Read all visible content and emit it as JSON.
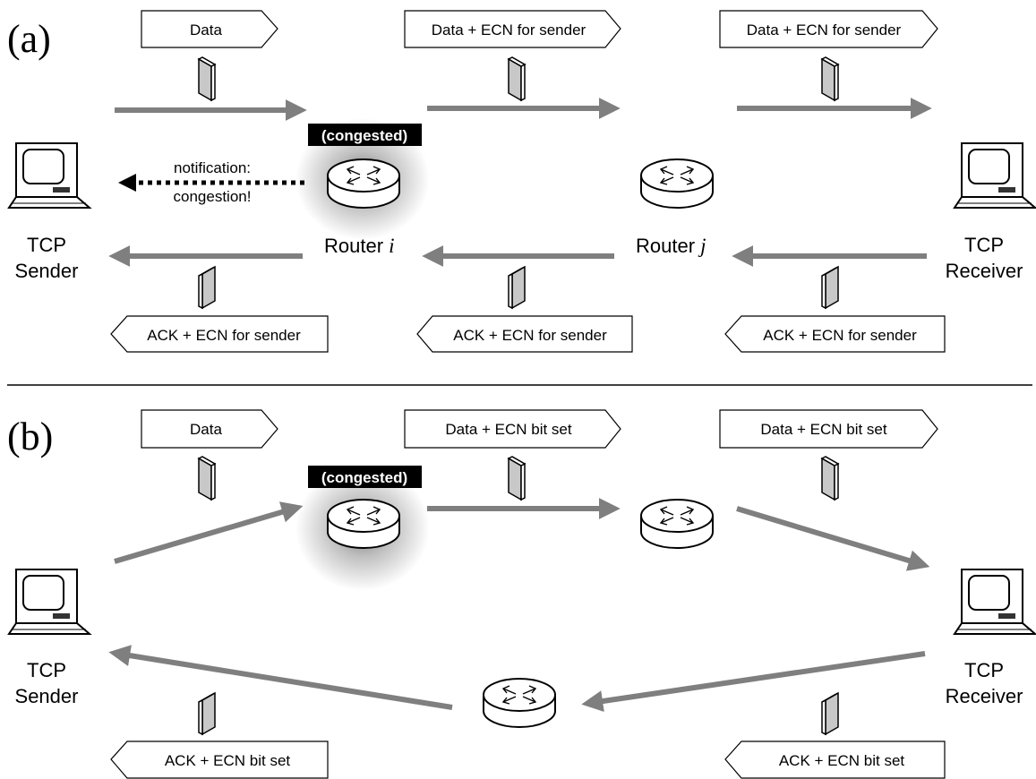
{
  "panels": {
    "a": {
      "label": "(a)",
      "tags_top": [
        "Data",
        "Data + ECN for sender",
        "Data + ECN for sender"
      ],
      "tags_bottom": [
        "ACK + ECN for sender",
        "ACK + ECN for sender",
        "ACK + ECN for sender"
      ],
      "congested": "(congested)",
      "notification_line1": "notification:",
      "notification_line2": "congestion!",
      "router_i_prefix": "Router ",
      "router_i_var": "i",
      "router_j_prefix": "Router ",
      "router_j_var": "j",
      "sender_line1": "TCP",
      "sender_line2": "Sender",
      "receiver_line1": "TCP",
      "receiver_line2": "Receiver"
    },
    "b": {
      "label": "(b)",
      "tags_top": [
        "Data",
        "Data + ECN bit set",
        "Data + ECN bit set"
      ],
      "tags_bottom": [
        "ACK + ECN bit set",
        "ACK + ECN bit set"
      ],
      "congested": "(congested)",
      "sender_line1": "TCP",
      "sender_line2": "Sender",
      "receiver_line1": "TCP",
      "receiver_line2": "Receiver"
    }
  },
  "colors": {
    "arrow": "#7f7f7f",
    "congested_bg": "#000000",
    "packet_fill": "#c8c8c8"
  },
  "icons": [
    "computer-icon",
    "router-icon",
    "packet-icon"
  ]
}
